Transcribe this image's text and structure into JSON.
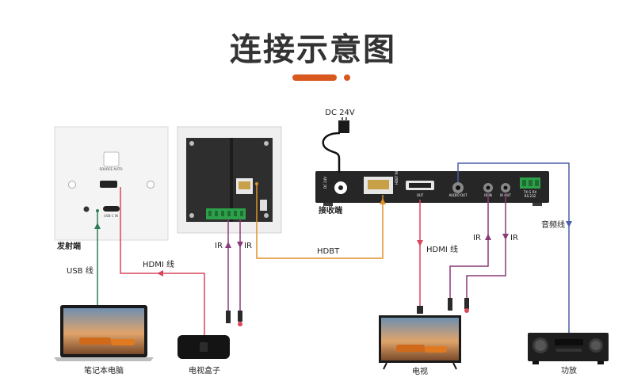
{
  "page": {
    "title": "连接示意图",
    "accent_color": "#d9581e"
  },
  "devices": {
    "transmitter_label": "发射端",
    "receiver_label": "接收端",
    "laptop_label": "笔记本电脑",
    "settop_label": "电视盒子",
    "tv_label": "电视",
    "amp_label": "功放"
  },
  "panel": {
    "source_button_text": "SOURCE AUTO",
    "usb_port_text": "USB-C IN"
  },
  "receiver": {
    "power_label": "DC 24V",
    "power_port_text": "DC 24V",
    "hdbt_port_text": "HDBT IN",
    "hdmi_out_text": "OUT",
    "audio_out_text": "AUDIO OUT",
    "ir_in_text": "IR IN",
    "ir_out_text": "IR OUT",
    "rs232_text": "TX  G  RX",
    "rs232_sub_text": "RS-232"
  },
  "connections": {
    "usb": "USB 线",
    "hdmi_tx": "HDMI 线",
    "ir_left": "IR",
    "ir_right": "IR",
    "hdbt": "HDBT",
    "hdmi_rx": "HDMI 线",
    "ir_rx_left": "IR",
    "ir_rx_right": "IR",
    "audio": "音频线"
  },
  "colors": {
    "usb_line": "#2e7d57",
    "hdmi_line": "#d9475d",
    "ir_line": "#8a3a7a",
    "hdbt_line": "#e0902a",
    "audio_line": "#4a5fa8",
    "power_line": "#111111"
  }
}
